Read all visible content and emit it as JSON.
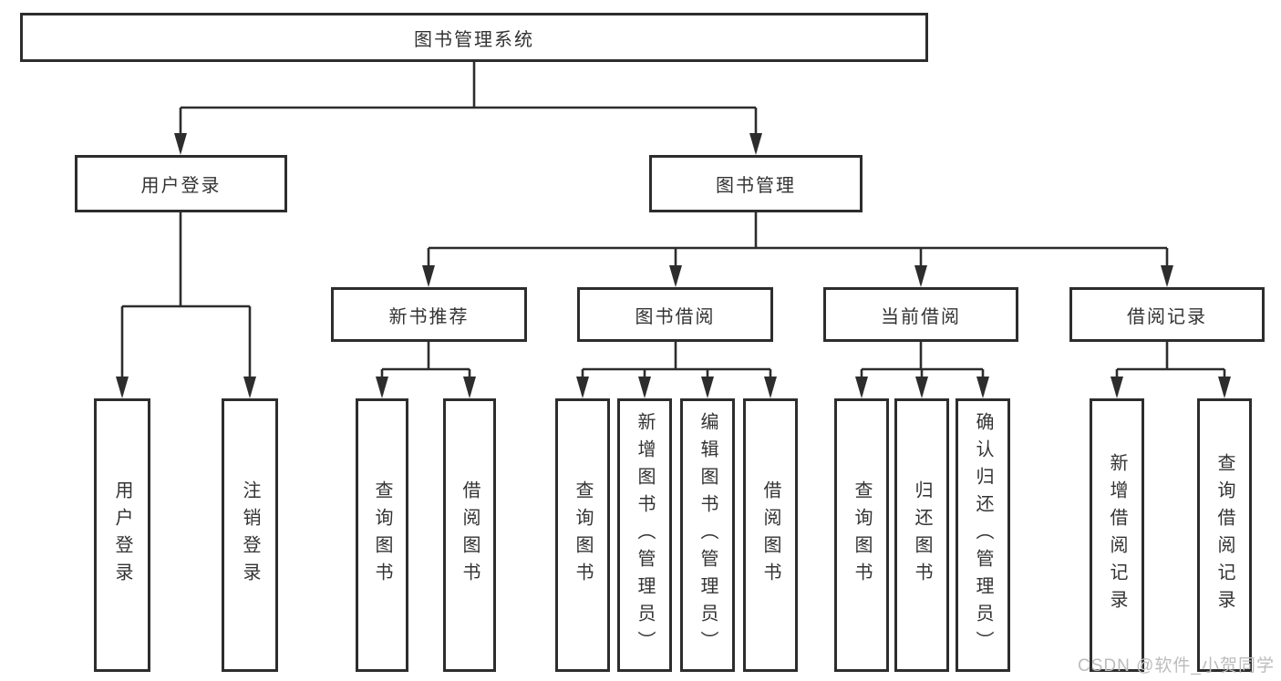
{
  "tree": {
    "root": {
      "label": "图书管理系统"
    },
    "branches": [
      {
        "label": "用户登录",
        "children": [
          {
            "label": "用户登录"
          },
          {
            "label": "注销登录"
          }
        ]
      },
      {
        "label": "图书管理",
        "children": [
          {
            "label": "新书推荐",
            "children": [
              {
                "label": "查询图书"
              },
              {
                "label": "借阅图书"
              }
            ]
          },
          {
            "label": "图书借阅",
            "children": [
              {
                "label": "查询图书"
              },
              {
                "label": "新增图书（管理员）"
              },
              {
                "label": "编辑图书（管理员）"
              },
              {
                "label": "借阅图书"
              }
            ]
          },
          {
            "label": "当前借阅",
            "children": [
              {
                "label": "查询图书"
              },
              {
                "label": "归还图书"
              },
              {
                "label": "确认归还（管理员）"
              }
            ]
          },
          {
            "label": "借阅记录",
            "children": [
              {
                "label": "新增借阅记录"
              },
              {
                "label": "查询借阅记录"
              }
            ]
          }
        ]
      }
    ]
  },
  "watermark": {
    "text": "CSDN @软件_小贺同学"
  },
  "colors": {
    "line": "#2d2d2d",
    "box_border": "#2d2d2d",
    "text": "#333333",
    "watermark": "#bcbcbc",
    "background": "#ffffff"
  }
}
